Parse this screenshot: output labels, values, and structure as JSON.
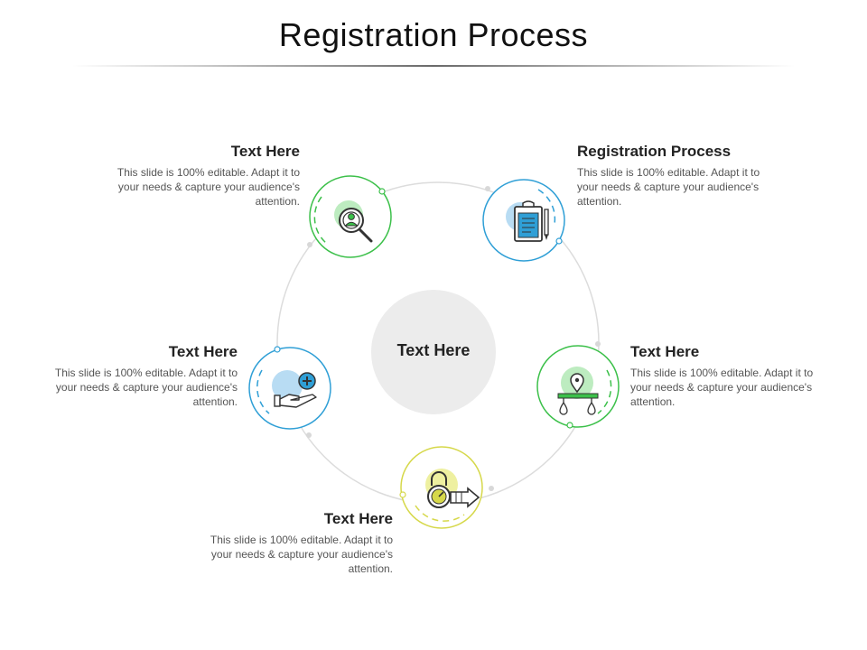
{
  "title": "Registration Process",
  "center": {
    "label": "Text Here"
  },
  "steps": [
    {
      "heading": "Text Here",
      "body": "This slide is 100% editable. Adapt it to your needs & capture your audience's attention.",
      "color": "#3cc04a",
      "icon": "user-search-icon"
    },
    {
      "heading": "Registration Process",
      "body": "This slide is 100% editable. Adapt it to your needs & capture your audience's attention.",
      "color": "#2f9fd6",
      "icon": "clipboard-form-icon"
    },
    {
      "heading": "Text Here",
      "body": "This slide is 100% editable. Adapt it to your needs & capture your audience's attention.",
      "color": "#3cc04a",
      "icon": "location-drops-icon"
    },
    {
      "heading": "Text Here",
      "body": "This slide is 100% editable. Adapt it to your needs & capture your audience's attention.",
      "color": "#d6d84a",
      "icon": "padlock-gauge-icon"
    },
    {
      "heading": "Text Here",
      "body": "This slide is 100% editable. Adapt it to your needs & capture your audience's attention.",
      "color": "#2f9fd6",
      "icon": "hand-medical-icon"
    }
  ]
}
